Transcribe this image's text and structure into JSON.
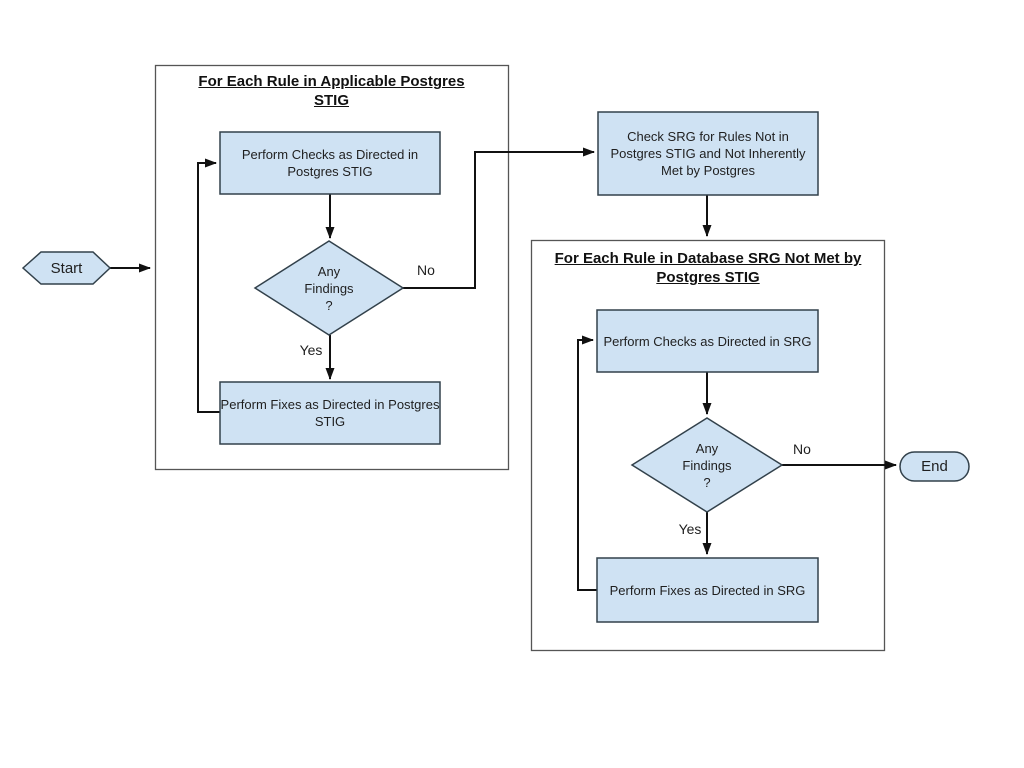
{
  "colors": {
    "shape_fill": "#cfe2f3",
    "shape_border": "#32414b",
    "line": "#111111",
    "container_border": "#555555"
  },
  "flowchart": {
    "start": {
      "label": "Start"
    },
    "end": {
      "label": "End"
    },
    "loop1": {
      "title": "For Each Rule in Applicable Postgres STIG",
      "check": "Perform Checks as Directed in Postgres STIG",
      "decision": "Any\nFindings\n?",
      "fix": "Perform Fixes as Directed in Postgres STIG",
      "yes": "Yes",
      "no": "No"
    },
    "check_srg": "Check SRG for Rules Not in Postgres STIG and Not Inherently Met by Postgres",
    "loop2": {
      "title": "For Each Rule in Database SRG Not Met by Postgres STIG",
      "check": "Perform Checks as Directed in SRG",
      "decision": "Any\nFindings\n?",
      "fix": "Perform Fixes as Directed in SRG",
      "yes": "Yes",
      "no": "No"
    }
  }
}
